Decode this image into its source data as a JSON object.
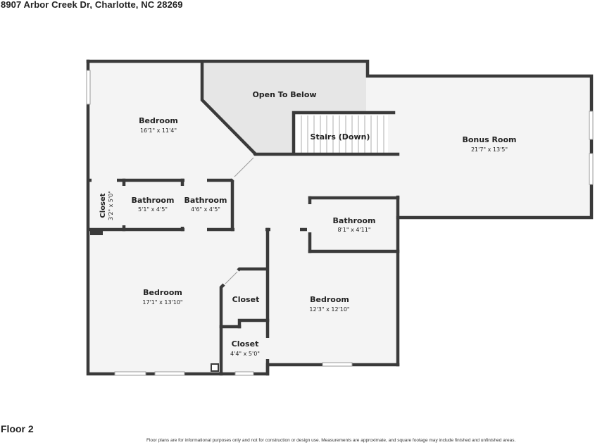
{
  "header": {
    "address": "8907 Arbor Creek Dr, Charlotte, NC 28269"
  },
  "floor": {
    "label": "Floor 2"
  },
  "footer": {
    "disclaimer": "Floor plans are for informational purposes only and not for construction or design use. Measurements are approximate, and square footage may include finished and unfinished areas."
  },
  "rooms": {
    "bedroom_nw": {
      "name": "Bedroom",
      "dims": "16'1\" x 11'4\""
    },
    "open_to_below": {
      "name": "Open To Below"
    },
    "stairs": {
      "name": "Stairs (Down)"
    },
    "bonus_room": {
      "name": "Bonus Room",
      "dims": "21'7\" x 13'5\""
    },
    "closet_w": {
      "name": "Closet",
      "dims": "3'2\" x 5'0\""
    },
    "bathroom_1": {
      "name": "Bathroom",
      "dims": "5'1\" x 4'5\""
    },
    "bathroom_2": {
      "name": "Bathroom",
      "dims": "4'6\" x 4'5\""
    },
    "bathroom_3": {
      "name": "Bathroom",
      "dims": "8'1\" x 4'11\""
    },
    "bedroom_sw": {
      "name": "Bedroom",
      "dims": "17'1\" x 13'10\""
    },
    "closet_mid": {
      "name": "Closet"
    },
    "closet_s": {
      "name": "Closet",
      "dims": "4'4\" x 5'0\""
    },
    "bedroom_se": {
      "name": "Bedroom",
      "dims": "12'3\" x 12'10\""
    }
  },
  "colors": {
    "wall": "#3a3a3a",
    "floor": "#f4f4f4",
    "open_area": "#e6e6e6",
    "window": "#ffffff"
  }
}
